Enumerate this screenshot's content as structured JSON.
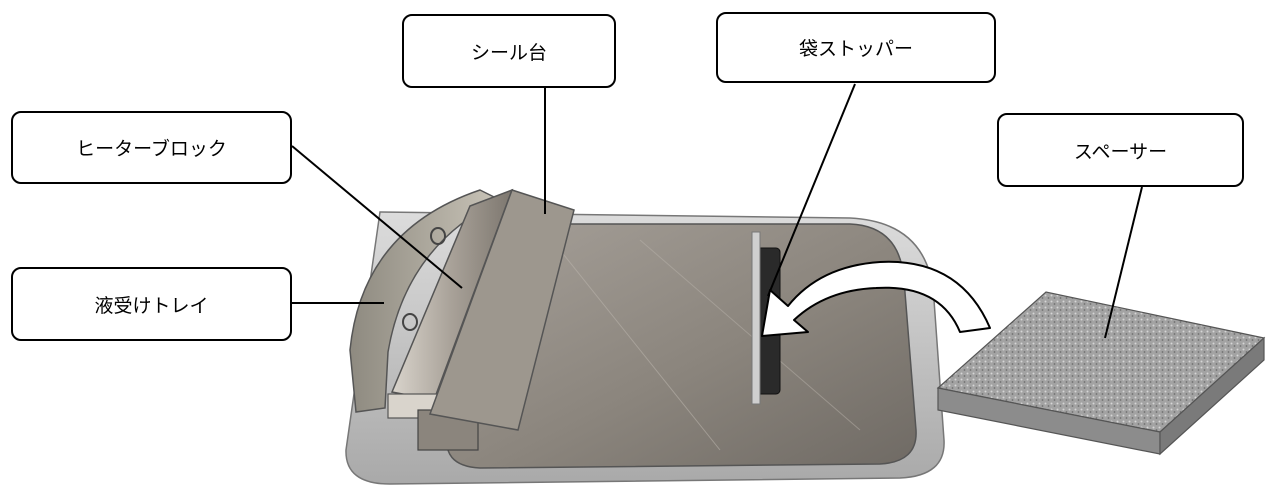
{
  "labels": {
    "seal_base": "シール台",
    "bag_stopper": "袋ストッパー",
    "heater_block": "ヒーターブロック",
    "spacer": "スペーサー",
    "drip_tray": "液受けトレイ"
  },
  "colors": {
    "outline": "#000000",
    "box_fill": "#ffffff",
    "tray_base": "#c8c8c8",
    "plate_surface": "#8d8780",
    "heater_metal": "#b5afa6",
    "stopper": "#2a2a2a",
    "spacer": "#9a9a9a",
    "arrow_fill": "#ffffff"
  }
}
